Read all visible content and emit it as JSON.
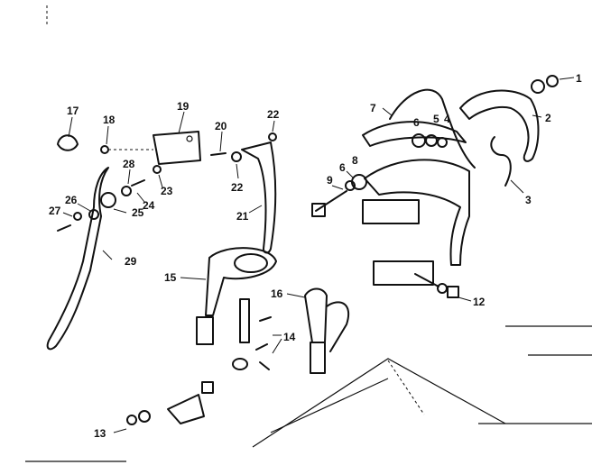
{
  "callouts": {
    "c1": "1",
    "c2": "2",
    "c3": "3",
    "c4": "4",
    "c5": "5",
    "c6a": "6",
    "c6b": "6",
    "c7": "7",
    "c8": "8",
    "c9": "9",
    "c12": "12",
    "c13": "13",
    "c14": "14",
    "c15": "15",
    "c16": "16",
    "c17": "17",
    "c18": "18",
    "c19": "19",
    "c20": "20",
    "c21": "21",
    "c22a": "22",
    "c22b": "22",
    "c23": "23",
    "c24": "24",
    "c25": "25",
    "c26": "26",
    "c27": "27",
    "c28": "28",
    "c29": "29"
  }
}
